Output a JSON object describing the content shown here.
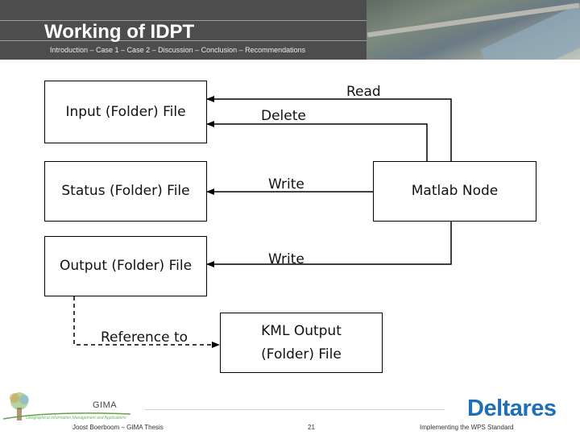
{
  "header": {
    "title": "Working of IDPT",
    "breadcrumb": "Introduction – Case 1 – Case 2 – Discussion – Conclusion – Recommendations"
  },
  "diagram": {
    "nodes": {
      "input": "Input (Folder) File",
      "status": "Status (Folder) File",
      "output": "Output (Folder) File",
      "matlab": "Matlab Node",
      "kml_line1": "KML Output",
      "kml_line2": "(Folder) File"
    },
    "edges": {
      "read": "Read",
      "delete": "Delete",
      "write_status": "Write",
      "write_output": "Write",
      "reference": "Reference to"
    }
  },
  "footer": {
    "author": "Joost Boerboom – GIMA Thesis",
    "page": "21",
    "topic": "Implementing the WPS Standard",
    "gima_logo_text": "GIMA",
    "gima_logo_subtext": "Geographical Information Management and Applications",
    "deltares_logo_text": "Deltares"
  },
  "colors": {
    "header_bg": "#4d4d4d",
    "deltares_blue": "#1f6fb5"
  }
}
